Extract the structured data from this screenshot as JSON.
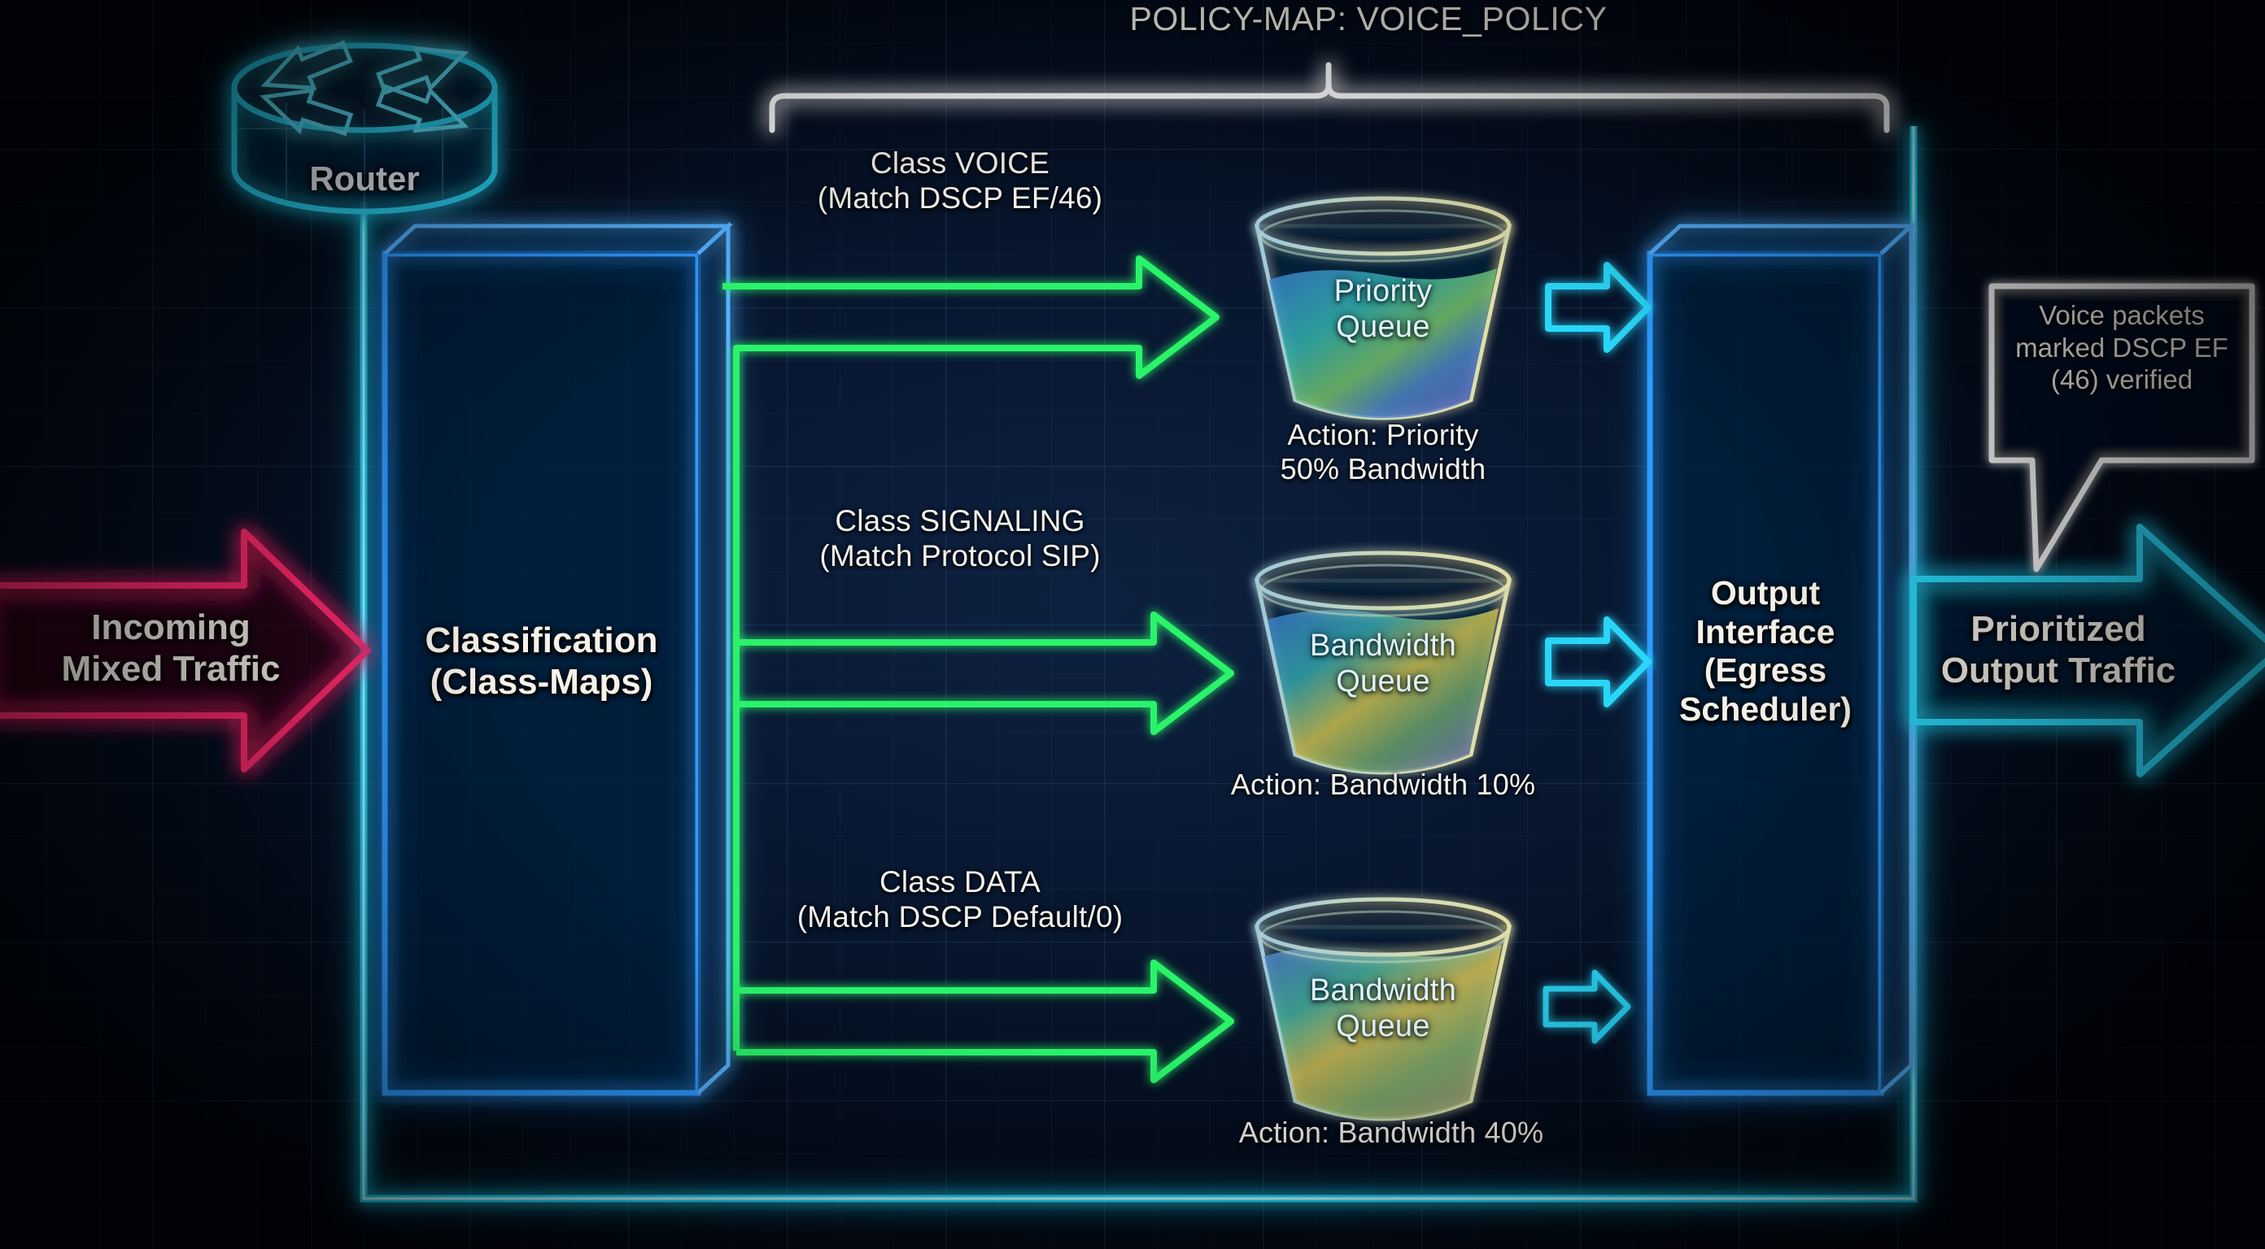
{
  "diagram": {
    "title": "POLICY-MAP: VOICE_POLICY",
    "router_label": "Router",
    "incoming_arrow_label": "Incoming\nMixed Traffic",
    "classification_label": "Classification\n(Class-Maps)",
    "output_interface_label": "Output\nInterface\n(Egress\nScheduler)",
    "outgoing_arrow_label": "Prioritized\nOutput Traffic",
    "callout_text": "Voice packets\nmarked DSCP EF\n(46) verified",
    "branches": [
      {
        "class_label": "Class VOICE\n(Match DSCP EF/46)",
        "queue_label": "Priority\nQueue",
        "action_label": "Action: Priority\n50% Bandwidth"
      },
      {
        "class_label": "Class SIGNALING\n(Match Protocol SIP)",
        "queue_label": "Bandwidth\nQueue",
        "action_label": "Action: Bandwidth 10%"
      },
      {
        "class_label": "Class DATA\n(Match DSCP Default/0)",
        "queue_label": "Bandwidth\nQueue",
        "action_label": "Action: Bandwidth 40%"
      }
    ],
    "colors": {
      "background": "#061025",
      "grid_line": "#16304f",
      "neon_cyan": "#29d8f7",
      "neon_blue": "#2f9bff",
      "neon_green": "#2bf36a",
      "neon_pink": "#ff2d6f",
      "callout_white": "#ffffff",
      "text": "#f2f2ee"
    }
  }
}
